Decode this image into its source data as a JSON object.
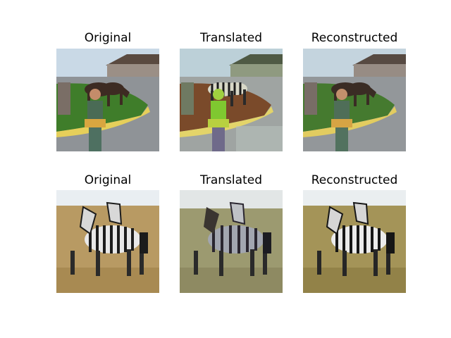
{
  "figure": {
    "rows": [
      {
        "name": "horse-to-zebra",
        "panels": [
          {
            "title": "Original",
            "content": "horse-scene",
            "tint": "natural"
          },
          {
            "title": "Translated",
            "content": "horse-scene",
            "tint": "translated"
          },
          {
            "title": "Reconstructed",
            "content": "horse-scene",
            "tint": "reconstructed"
          }
        ]
      },
      {
        "name": "zebra-to-horse",
        "panels": [
          {
            "title": "Original",
            "content": "zebra-scene",
            "tint": "natural"
          },
          {
            "title": "Translated",
            "content": "zebra-scene",
            "tint": "translated"
          },
          {
            "title": "Reconstructed",
            "content": "zebra-scene",
            "tint": "reconstructed"
          }
        ]
      }
    ]
  },
  "colors": {
    "sky": "#c9d9e6",
    "grass": "#3f7d2a",
    "road": "#8f9397",
    "curb": "#e6cf5a",
    "house_roof": "#4a4a4a",
    "dry_grass": "#b89a63",
    "horse": "#3d2b22",
    "zebra_dark": "#1c1c1c",
    "zebra_light": "#e8e8e8"
  }
}
